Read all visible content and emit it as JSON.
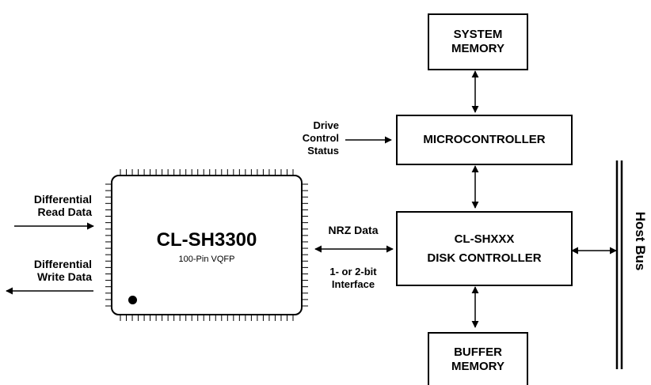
{
  "blocks": {
    "system_memory": {
      "line1": "SYSTEM",
      "line2": "MEMORY"
    },
    "microcontroller": {
      "label": "MICROCONTROLLER"
    },
    "disk_controller": {
      "line1": "CL-SHXXX",
      "line2": "DISK CONTROLLER"
    },
    "buffer_memory": {
      "line1": "BUFFER",
      "line2": "MEMORY"
    }
  },
  "chip": {
    "name": "CL-SH3300",
    "package": "100-Pin VQFP"
  },
  "labels": {
    "drive_control": [
      "Drive",
      "Control",
      "Status"
    ],
    "diff_read": [
      "Differential",
      "Read Data"
    ],
    "diff_write": [
      "Differential",
      "Write Data"
    ],
    "nrz": "NRZ Data",
    "interface": [
      "1- or 2-bit",
      "Interface"
    ],
    "host_bus": "Host Bus"
  }
}
